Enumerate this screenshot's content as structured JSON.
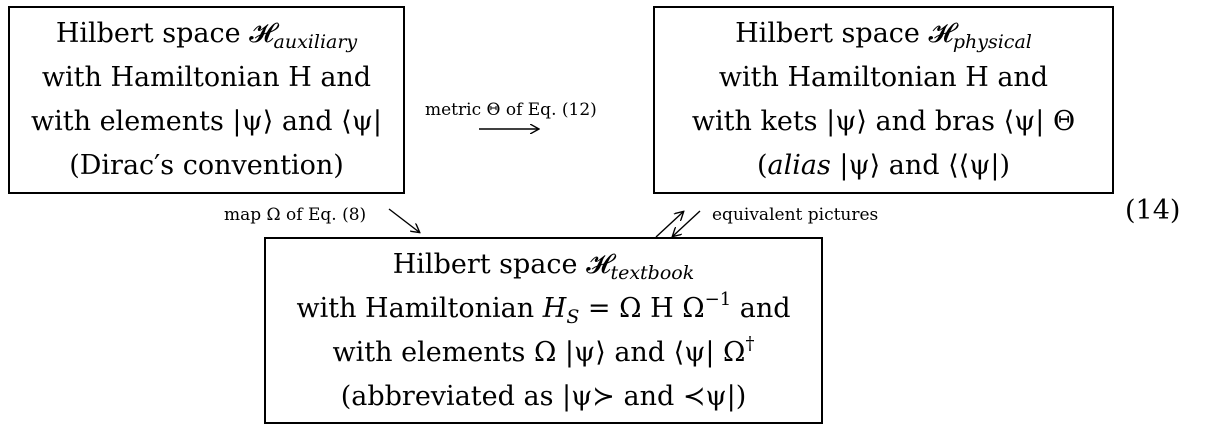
{
  "boxes": {
    "auxiliary": {
      "title_prefix": "Hilbert space ",
      "space_symbol": "𝓗",
      "space_sub": "auxiliary",
      "line2": "with Hamiltonian H and",
      "line3": "with elements |ψ⟩ and ⟨ψ|",
      "line4": "(Dirac′s convention)"
    },
    "physical": {
      "title_prefix": "Hilbert space ",
      "space_symbol": "𝓗",
      "space_sub": "physical",
      "line2": "with Hamiltonian H and",
      "line3": "with kets |ψ⟩ and bras ⟨ψ| Θ",
      "line4_open": "(",
      "line4_alias": "alias",
      "line4_rest": " |ψ⟩ and ⟨⟨ψ|)"
    },
    "textbook": {
      "title_prefix": "Hilbert space ",
      "space_symbol": "𝓗",
      "space_sub": "textbook",
      "line2_prefix": "with Hamiltonian ",
      "line2_h": "H",
      "line2_hsub": "S",
      "line2_mid": " = Ω H Ω",
      "line2_sup": "−1",
      "line2_suffix": " and",
      "line3_prefix": "with elements Ω |ψ⟩ and ⟨ψ| Ω",
      "line3_sup": "†",
      "line4": "(abbreviated as |ψ≻  and  ≺ψ|)"
    }
  },
  "labels": {
    "metric": "metric Θ of Eq. (12)",
    "map": "map Ω of Eq. (8)",
    "equivalent": "equivalent pictures"
  },
  "equation_number": "(14)"
}
